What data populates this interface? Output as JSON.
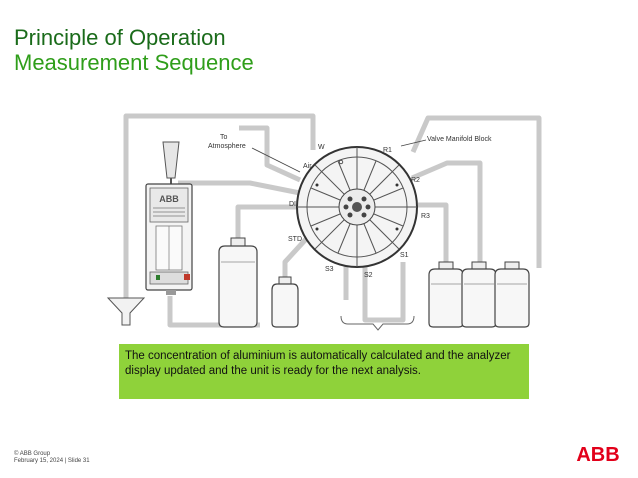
{
  "slide": {
    "title": "Principle of Operation",
    "subtitle": "Measurement Sequence"
  },
  "diagram": {
    "labels": {
      "to_atmosphere": [
        "To",
        "Atmosphere"
      ],
      "valve_manifold_block": "Valve Manifold Block",
      "w": "W",
      "air": "Air",
      "r1": "R1",
      "r2": "R2",
      "r3": "R3",
      "di": "DI",
      "std": "STD",
      "s1": "S1",
      "s2": "S2",
      "s3": "S3",
      "analyzer_logo": "ABB"
    }
  },
  "note": {
    "text": "The concentration of aluminium is automatically calculated and the analyzer display updated and the unit is ready for the next analysis."
  },
  "footer": {
    "copyright": "© ABB Group",
    "date_slide": "February 15, 2024 | Slide 31",
    "logo": "ABB"
  },
  "colors": {
    "title": "#1a6b1a",
    "subtitle": "#2f9e1a",
    "note_bg": "#8fd23a",
    "logo_red": "#e2001a",
    "pipe": "#c8c8c8"
  }
}
